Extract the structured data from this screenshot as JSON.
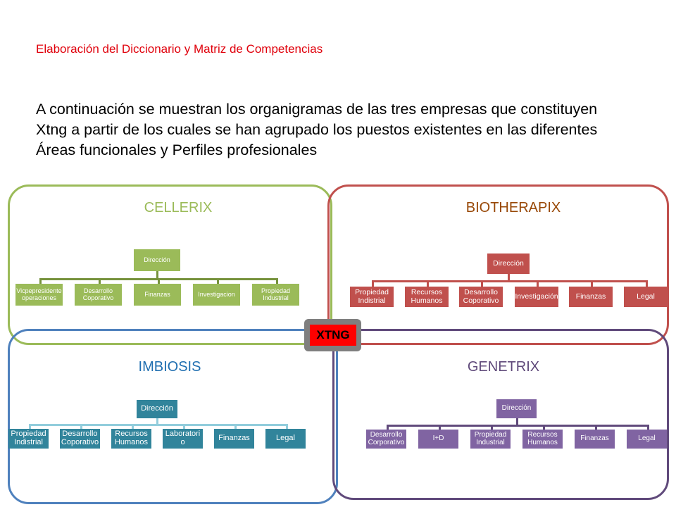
{
  "subtitle": "Elaboración del Diccionario y Matriz de Competencias",
  "intro": "A continuación se muestran los organigramas de las tres empresas que constituyen Xtng a partir de los cuales se han agrupado los puestos existentes en las diferentes Áreas funcionales y Perfiles profesionales",
  "center_label": "XTNG",
  "colors": {
    "cellerix": "#9bbb59",
    "biotherapix": "#c0504d",
    "imbiosis": "#4f81bd",
    "genetrix": "#604a7b",
    "xtng": "#ff0000"
  },
  "companies": [
    {
      "key": "cellerix",
      "title": "CELLERIX",
      "root": "Dirección",
      "children": [
        "Vicpepresidente operaciones",
        "Desarrollo Coporativo",
        "Finanzas",
        "Investigacion",
        "Propiedad Industrial"
      ]
    },
    {
      "key": "biotherapix",
      "title": "BIOTHERAPIX",
      "root": "Dirección",
      "children": [
        "Propiedad Indistrial",
        "Recursos Humanos",
        "Desarrollo Coporativo",
        "Investigación",
        "Finanzas",
        "Legal"
      ]
    },
    {
      "key": "imbiosis",
      "title": "IMBIOSIS",
      "root": "Dirección",
      "children": [
        "Propiedad Indistrial",
        "Desarrollo Coporativo",
        "Recursos Humanos",
        "Laboratori o",
        "Finanzas",
        "Legal"
      ]
    },
    {
      "key": "genetrix",
      "title": "GENETRIX",
      "root": "Dirección",
      "children": [
        "Desarrollo Corporativo",
        "I+D",
        "Propiedad Industrial",
        "Recursos Humanos",
        "Finanzas",
        "Legal"
      ]
    }
  ]
}
